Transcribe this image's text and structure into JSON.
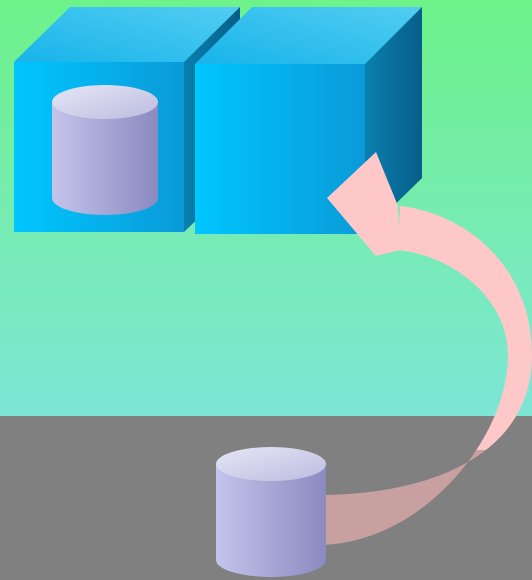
{
  "diagram": {
    "cubes": [
      {
        "name": "cube-left",
        "contains_cylinder": true
      },
      {
        "name": "cube-right",
        "contains_cylinder": false
      }
    ],
    "cylinders": [
      {
        "name": "cylinder-inside-cube"
      },
      {
        "name": "cylinder-on-floor"
      }
    ],
    "arrow": {
      "from": "cylinder-on-floor",
      "to": "cube-right",
      "icon": "curved-arrow-icon"
    }
  },
  "colors": {
    "wall_top": "#6ef28a",
    "wall_bottom": "#7de6d6",
    "floor": "#808080",
    "cube_front": "#00bfff",
    "cube_side": "#0a7fb0",
    "cube_top": "#3ec4ee",
    "cylinder_light": "#d6d6f0",
    "cylinder_dark": "#9a9ad0",
    "arrow": "#ffc8c8"
  }
}
